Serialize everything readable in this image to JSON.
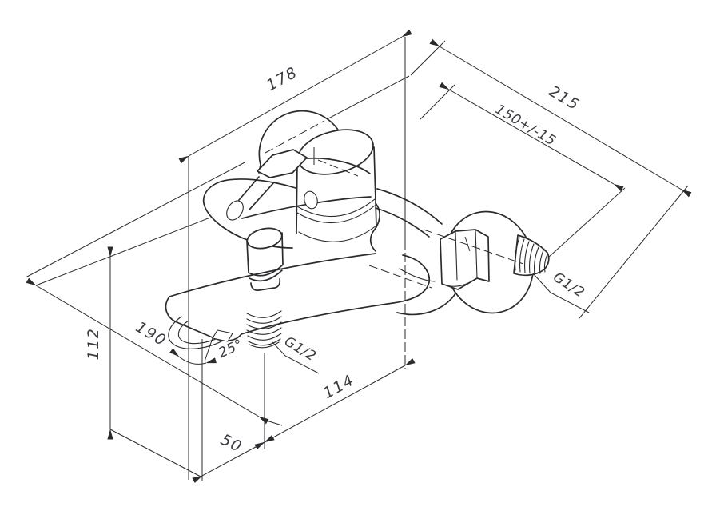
{
  "colors": {
    "line": "#2b2b2f",
    "text": "#3b3b42",
    "background": "#ffffff"
  },
  "labels": {
    "overall_width": "178",
    "wall_to_thread_end": "215",
    "connection_centers": "150+/-15",
    "center_to_shower_outlet": "114",
    "spout_to_shower_outlet": "50",
    "wall_to_spout_tip": "190",
    "body_height": "112",
    "spout_angle": "25°",
    "shower_outlet_thread": "G1/2",
    "inlet_thread": "G1/2"
  }
}
